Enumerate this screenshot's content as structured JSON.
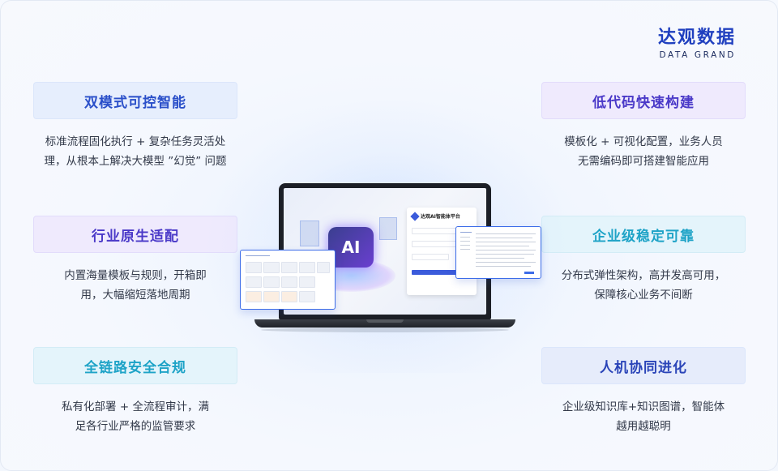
{
  "logo": {
    "name_cn": "达观数据",
    "name_en": "DATA GRAND"
  },
  "features": {
    "dual_mode": {
      "title": "双模式可控智能",
      "desc_line1": "标准流程固化执行 + 复杂任务灵活处",
      "desc_line2": "理，从根本上解决大模型 ”幻觉” 问题"
    },
    "industry": {
      "title": "行业原生适配",
      "desc_line1": "内置海量模板与规则，开箱即",
      "desc_line2": "用，大幅缩短落地周期"
    },
    "security": {
      "title": "全链路安全合规",
      "desc_line1": "私有化部署 + 全流程审计，满",
      "desc_line2": "足各行业严格的监管要求"
    },
    "low_code": {
      "title": "低代码快速构建",
      "desc_line1": "模板化 + 可视化配置，业务人员",
      "desc_line2": "无需编码即可搭建智能应用"
    },
    "stable": {
      "title": "企业级稳定可靠",
      "desc_line1": "分布式弹性架构，高并发高可用，",
      "desc_line2": "保障核心业务不间断"
    },
    "evolution": {
      "title": "人机协同进化",
      "desc_line1": "企业级知识库+知识图谱，智能体",
      "desc_line2": "越用越聪明"
    }
  },
  "screen": {
    "ai_label": "AI",
    "login_title": "达观AI智能体平台"
  },
  "icons": {
    "logo_mark": "diamond-logo-icon"
  },
  "colors": {
    "brand": "#1f3fbf",
    "accent_blue": "#2a4fc9",
    "accent_purple": "#4a39c8",
    "accent_cyan": "#1ea3c7"
  }
}
